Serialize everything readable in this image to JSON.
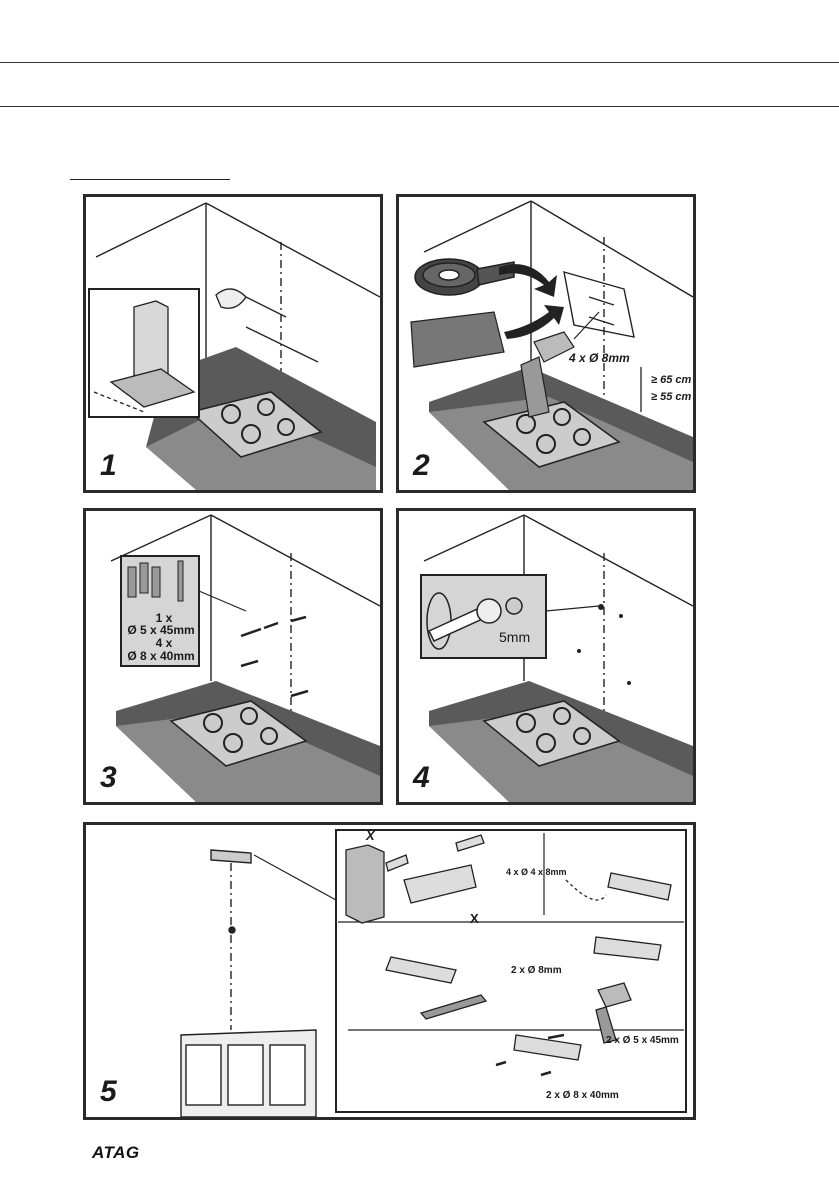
{
  "steps": [
    {
      "number": "1"
    },
    {
      "number": "2",
      "labels": {
        "holes": "4 x Ø 8mm",
        "height_min": "≥ 65 cm",
        "height_max": "≥ 55 cm"
      }
    },
    {
      "number": "3",
      "labels": {
        "screw_count": "1 x",
        "screw_size": "Ø 5 x 45mm",
        "plug_count": "4 x",
        "plug_size": "Ø 8 x 40mm"
      }
    },
    {
      "number": "4",
      "labels": {
        "gap": "5mm"
      }
    },
    {
      "number": "5",
      "labels": {
        "x_top": "X",
        "x_bottom": "X",
        "bracket_screws": "4 x Ø 4 x 8mm",
        "drill_holes": "2 x Ø 8mm",
        "wall_screws": "2 x Ø 5 x 45mm",
        "wall_plugs": "2 x Ø 8 x 40mm"
      }
    }
  ],
  "footer": {
    "brand": "ATAG"
  }
}
